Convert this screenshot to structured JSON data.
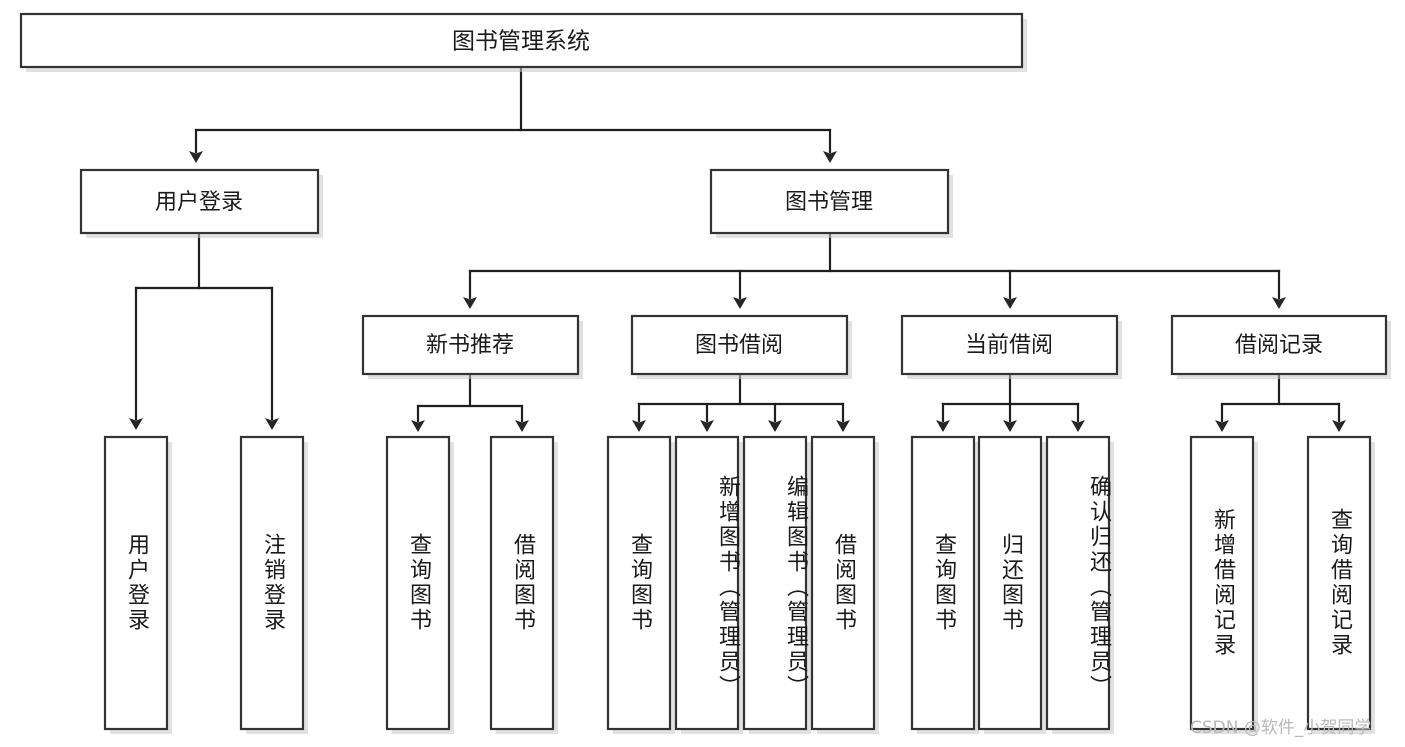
{
  "diagram": {
    "type": "tree-hierarchy-chart",
    "title": "图书管理系统",
    "watermark": "CSDN @软件_小贺同学",
    "colors": {
      "box_stroke": "#333333",
      "box_fill": "#ffffff",
      "connector": "#1f1f1f",
      "text": "#1a1a1a",
      "watermark": "#b9b9b9",
      "background": "#ffffff"
    },
    "levels": {
      "root": {
        "label": "图书管理系统"
      },
      "level2": [
        {
          "label": "用户登录"
        },
        {
          "label": "图书管理"
        }
      ],
      "level3": [
        {
          "label": "新书推荐"
        },
        {
          "label": "图书借阅"
        },
        {
          "label": "当前借阅"
        },
        {
          "label": "借阅记录"
        }
      ],
      "leaves": {
        "user_login": [
          {
            "label": "用户登录"
          },
          {
            "label": "注销登录"
          }
        ],
        "new_book": [
          {
            "label": "查询图书"
          },
          {
            "label": "借阅图书"
          }
        ],
        "book_borrow": [
          {
            "label": "查询图书"
          },
          {
            "label": "新增图书（管理员）"
          },
          {
            "label": "编辑图书（管理员）"
          },
          {
            "label": "借阅图书"
          }
        ],
        "current_borrow": [
          {
            "label": "查询图书"
          },
          {
            "label": "归还图书"
          },
          {
            "label": "确认归还（管理员）"
          }
        ],
        "borrow_record": [
          {
            "label": "新增借阅记录"
          },
          {
            "label": "查询借阅记录"
          }
        ]
      }
    }
  }
}
